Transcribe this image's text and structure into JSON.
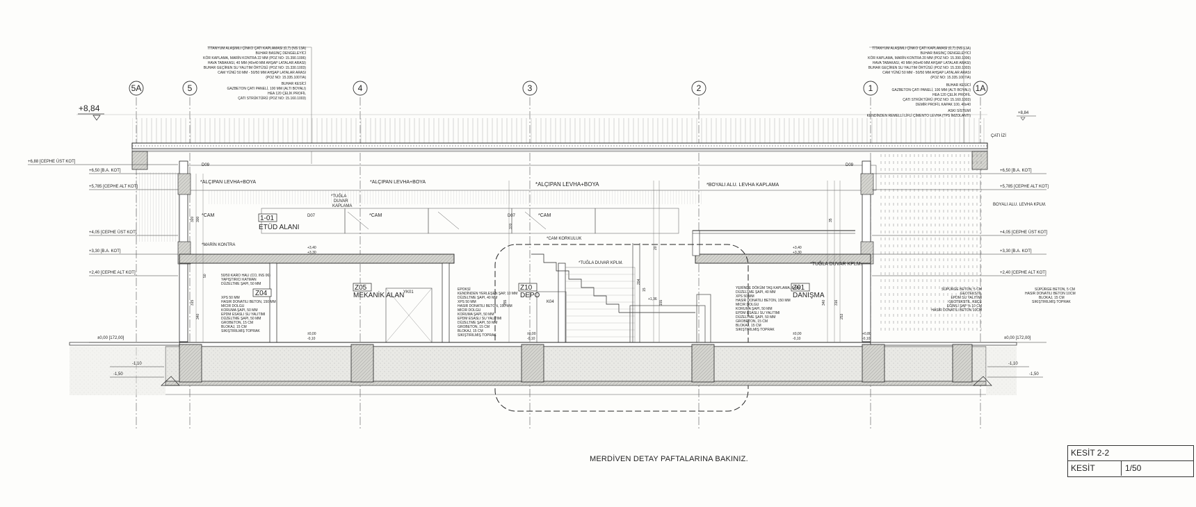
{
  "drawing": {
    "title_note": "MERDİVEN DETAY PAFTALARINA BAKINIZ.",
    "titleblock": {
      "sheet": "KESİT 2-2",
      "type": "KESİT",
      "scale": "1/50"
    }
  },
  "axes": [
    {
      "id": "5A"
    },
    {
      "id": "5"
    },
    {
      "id": "4"
    },
    {
      "id": "3"
    },
    {
      "id": "2"
    },
    {
      "id": "1"
    },
    {
      "id": "1A"
    }
  ],
  "levels": {
    "top_left": "+8,84",
    "top_right": "+8,84",
    "left": [
      "+6,88 [CEPHE ÜST KOT]",
      "+6,50 [B.A. KOT]",
      "+5,785 [CEPHE ALT KOT]",
      "+4,05 [CEPHE ÜST KOT]",
      "+3,30 [B.A. KOT]",
      "+2,40 [CEPHE ALT KOT]",
      "±0,00 [172,00]",
      "-1,10",
      "-1,50"
    ],
    "right": [
      "+6,50 [B.A. KOT]",
      "+5,785 [CEPHE ALT KOT]",
      "+4,05 [CEPHE ÜST KOT]",
      "+3,30 [B.A. KOT]",
      "+2,40 [CEPHE ALT KOT]",
      "±0,00 [172,00]",
      "-1,10",
      "-1,50"
    ],
    "inner": [
      "+3,40",
      "+3,30",
      "+3,40",
      "+3,30",
      "±0,00",
      "-0,10",
      "±0,00",
      "-0,10",
      "±0,00",
      "-0,10",
      "+0,80",
      "-0,10",
      "+1,36"
    ]
  },
  "roof_notes_left": [
    "TİTANYUM ALAŞIMLI ÇİNKO ÇATI KAPLAMASI (0,7) (NS 13A)",
    "BUHAR BASINÇ DENGELEYİCİ",
    "KÖR KAPLAMA, MARİN KONTRA 22 MM (POZ NO: 15.390.1006)",
    "HAVA TABAKASI, 40 MM (40x40 MM AHŞAP LATALAR ARASI)",
    "BUHAR GEÇİREN SU YALITIM ÖRTÜSÜ (POZ NO: 15.330.1003)",
    "CAM YÜNÜ 50 MM - 50/50 MM AHŞAP LATALAR ARASI",
    "(POZ NO: 15.335.1007/A)",
    "BUHAR KESİCİ",
    "GAZBETON ÇATI PANELİ, 100 MM (ALTI BOYALI)",
    "HEA 120 ÇELİK PROFİL",
    "ÇATI STRÜKTÜRÜ (POZ NO: 15.160.1003)"
  ],
  "roof_notes_right": [
    "TİTANYUM ALAŞIMLI ÇİNKO ÇATI KAPLAMASI (0,7) (NS 13A)",
    "BUHAR BASINÇ DENGELEYİCİ",
    "KÖR KAPLAMA, MARİN KONTRA 20 MM (POZ NO: 15.390.1006)",
    "HAVA TABAKASI, 40 MM (40x40 MM AHŞAP LATALAR ARASI)",
    "BUHAR GEÇİREN SU YALITIM ÖRTÜSÜ (POZ NO: 15.330.1003)",
    "CAM YÜNÜ 50 MM - 50/50 MM AHŞAP LATALAR ARASI",
    "(POZ NO: 15.335.1007/A)",
    "BUHAR KESİCİ",
    "GAZBETON ÇATI PANELİ, 100 MM (ALTI BOYALI)",
    "HEA 120 ÇELİK PROFİL",
    "ÇATI STRÜKTÜRÜ (POZ NO: 15.160.1003)",
    "DEMİR PROFİL KAPAK 100, 40x40",
    "ASKI SİSTEMİ",
    "KENDİNDEN REMELLİ LİFLİ ÇİMENTO LEVHA (TPS İMZOLANTI)"
  ],
  "annotations": {
    "cati_izi": "ÇATI İZİ",
    "boyali_alu_right": "BOYALI ALU. LEVHA KPLM.",
    "alcipan_1": "*ALÇIPAN LEVHA+BOYA",
    "alcipan_2": "*ALÇIPAN LEVHA+BOYA",
    "alcipan_3": "*ALÇIPAN LEVHA+BOYA",
    "boyali_alu": "*BOYALI ALU. LEVHA KAPLAMA",
    "tugla_1": "*TUĞLA",
    "tugla_2": "DUVAR",
    "tugla_3": "KAPLAMA",
    "cam_1": "*CAM",
    "cam_2": "*CAM",
    "cam_3": "*CAM",
    "cam_korkuluk": "*CAM KORKULUK",
    "marin_kontra": "*MARİN KONTRA",
    "tugla_kplm_1": "*TUĞLA DUVAR KPLM.",
    "tugla_kplm_2": "*TUĞLA DUVAR KPLM.",
    "d09_1": "D09",
    "d09_2": "D09",
    "d07_1": "D07",
    "d07_2": "D07",
    "yk01": "YK01",
    "k04": "K04"
  },
  "rooms": [
    {
      "id": "1-01",
      "name": "ETÜD ALANI"
    },
    {
      "id": "Z05",
      "name": "MEKANİK ALAN"
    },
    {
      "id": "Z10",
      "name": "DEPO"
    },
    {
      "id": "Z01",
      "name": "DANIŞMA"
    },
    {
      "id": "Z04",
      "name": ""
    }
  ],
  "floor_notes": {
    "z04": [
      "50/50 KARO HALI (CO, INS 06)",
      "YAPIŞTIRICI KATMAN",
      "DÜZELTME ŞAPI, 50 MM",
      "XPS 50 MM",
      "HASIR DONATILI BETON, 150 MM",
      "MICIR DOLGU",
      "KORUMA ŞAPI, 50 MM",
      "EPDM ESASLI SU YALITIMI",
      "DÜZELTME ŞAPI, 50 MM",
      "GROBETON, 15 CM",
      "BLOKAJ, 15 CM",
      "SIKIŞTIRILMIŞ TOPRAK"
    ],
    "z05": [
      "EPOKSİ",
      "KENDİNDEN YERLEŞEN ŞAP, 10 MM",
      "DÜZELTME ŞAPI, 40 MM",
      "XPS 50 MM",
      "HASIR DONATILI BETON, 150 MM",
      "MICIR DOLGU",
      "KORUMA ŞAPI, 50 MM",
      "EPDM ESASLI SU YALITIMI",
      "DÜZELTME ŞAPI, 50 MM",
      "GROBETON, 15 CM",
      "BLOKAJ, 15 CM",
      "SIKIŞTIRILMIŞ TOPRAK"
    ],
    "z01": [
      "YERİNDE DÖKÜM TAŞ KAPLAMA, 8 MM",
      "DÜZELTME ŞAPI, 40 MM",
      "XPS 50 MM",
      "HASIR DONATILI BETON, 150 MM",
      "MICIR DOLGU",
      "KORUMA ŞAPI, 50 MM",
      "EPDM ESASLI SU YALITIMI",
      "DÜZELTME ŞAPI, 50 MM",
      "GROBETON, 15 CM",
      "BLOKAJ, 15 CM",
      "SIKIŞTIRILMIŞ TOPRAK"
    ],
    "exterior": [
      "SÜPÜRGE BETON, 5 CM",
      "HASIR DONATILI BETON 10CM",
      "BLOKAJ, 15 CM",
      "SIKIŞTIRILMIŞ TOPRAK"
    ],
    "exterior2": [
      "SÜPÜRGE BETON, 5 CM",
      "GEOTEKSTİL",
      "EPDM SU YALITIMI",
      "GEOTEKSTİL, KEÇE",
      "EĞİMLİ ŞAP % 10 CM",
      "HASIR DONATILI BETON 10CM"
    ]
  },
  "dims": [
    "320",
    "300",
    "50",
    "315",
    "340",
    "255",
    "370",
    "20",
    "155",
    "204",
    "15",
    "35",
    "340",
    "316",
    "253"
  ]
}
